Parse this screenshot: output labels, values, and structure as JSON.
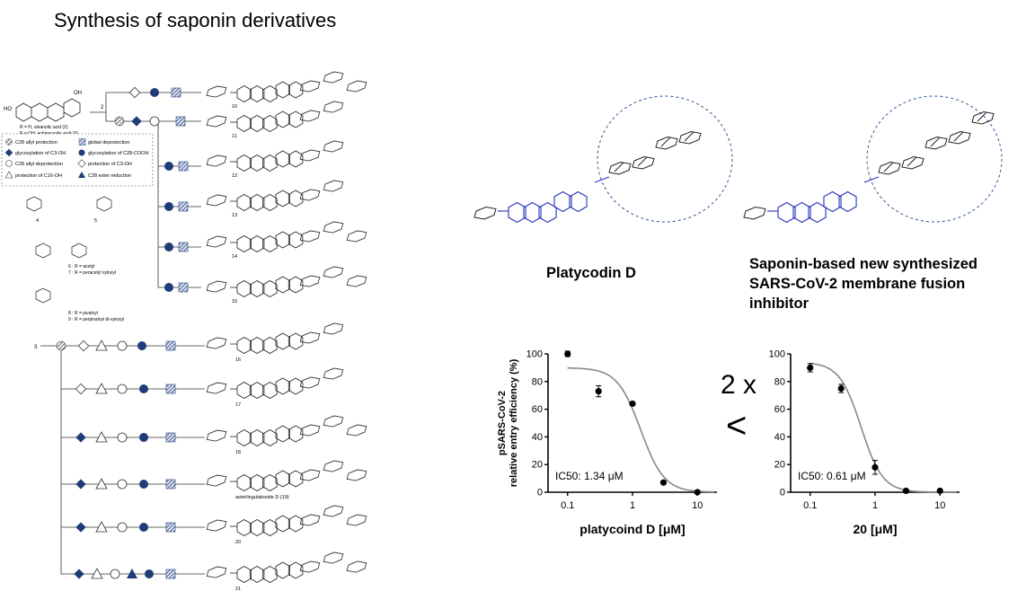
{
  "slide": {
    "title": "Synthesis of saponin derivatives",
    "label_pd": "Platycodin D",
    "label_new": [
      "Saponin-based new synthesized",
      "SARS-CoV-2 membrane fusion",
      "inhibitor"
    ],
    "compare_text": "2 x",
    "compare_symbol": "<"
  },
  "scheme": {
    "start_labels": [
      "R = H, oleanolic acid (2)",
      "R = OH, echinocystic acid (3)"
    ],
    "legend": [
      {
        "icon": "hatched-circle",
        "text": "C28 allyl protection"
      },
      {
        "icon": "hatched-square",
        "text": "global deprotection"
      },
      {
        "icon": "diamond-filled",
        "text": "glycosylation of C3-OH"
      },
      {
        "icon": "circle-filled",
        "text": "glycosylation of C28-COOH"
      },
      {
        "icon": "circle-open",
        "text": "C28 allyl deprotection"
      },
      {
        "icon": "diamond-open",
        "text": "protection of C3-OH"
      },
      {
        "icon": "triangle-open",
        "text": "protection of C16-OH"
      },
      {
        "icon": "triangle-filled",
        "text": "C28 ester reduction"
      }
    ],
    "donor_labels": [
      "6 : R = acetyl",
      "7 : R = peracetyl xylosyl",
      "8 : R = pivaloyl",
      "9 : R = perpivaloyl di-xylosyl"
    ],
    "compounds_top": [
      "10",
      "11",
      "12",
      "13",
      "14",
      "15"
    ],
    "compounds_bottom": [
      "16",
      "17",
      "18",
      "asterlingulatoside D (19)",
      "20",
      "21"
    ],
    "route_start": [
      "2",
      "3"
    ]
  },
  "chart_data": [
    {
      "type": "scatter",
      "xlabel": "platycoind D [μM]",
      "ylabel": [
        "pSARS-CoV-2",
        "relative entry efficiency (%)"
      ],
      "xscale": "log",
      "xlim": [
        0.05,
        20
      ],
      "ylim": [
        0,
        100
      ],
      "x_ticks": [
        "0.1",
        "1",
        "10"
      ],
      "y_ticks": [
        "0",
        "20",
        "40",
        "60",
        "80",
        "100"
      ],
      "annotation": "IC50: 1.34 μM",
      "points": [
        {
          "x": 0.1,
          "y": 100,
          "err": 2
        },
        {
          "x": 0.3,
          "y": 73,
          "err": 4
        },
        {
          "x": 1,
          "y": 64,
          "err": 1
        },
        {
          "x": 3,
          "y": 7,
          "err": 0
        },
        {
          "x": 10,
          "y": 0,
          "err": 0
        }
      ],
      "curve": {
        "top": 90,
        "bottom": 0,
        "ic50": 1.34,
        "hill": 2.4
      }
    },
    {
      "type": "scatter",
      "xlabel": "20 [μM]",
      "xscale": "log",
      "xlim": [
        0.05,
        20
      ],
      "ylim": [
        0,
        100
      ],
      "x_ticks": [
        "0.1",
        "1",
        "10"
      ],
      "y_ticks": [
        "0",
        "20",
        "40",
        "60",
        "80",
        "100"
      ],
      "annotation": "IC50: 0.61 μM",
      "points": [
        {
          "x": 0.1,
          "y": 90,
          "err": 3
        },
        {
          "x": 0.3,
          "y": 75,
          "err": 3
        },
        {
          "x": 1,
          "y": 18,
          "err": 5
        },
        {
          "x": 3,
          "y": 1,
          "err": 0
        },
        {
          "x": 10,
          "y": 1,
          "err": 0
        }
      ],
      "curve": {
        "top": 94,
        "bottom": 0,
        "ic50": 0.61,
        "hill": 2.6
      }
    }
  ]
}
